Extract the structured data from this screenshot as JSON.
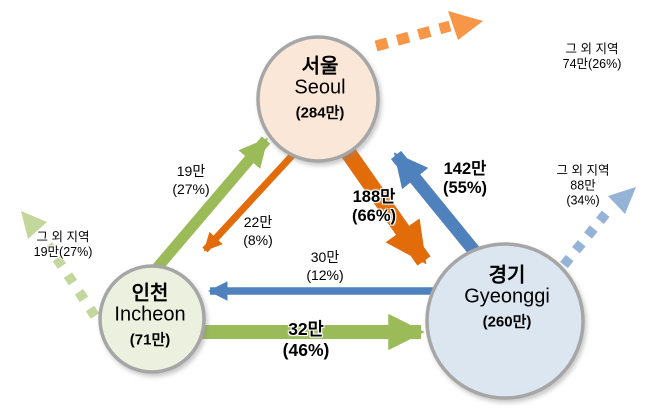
{
  "diagram": {
    "description": "Migration flows between Seoul, Incheon and Gyeonggi",
    "nodes": {
      "seoul": {
        "name_ko": "서울",
        "name_en": "Seoul",
        "population": "(284만)",
        "fill": "#FBE7D8"
      },
      "incheon": {
        "name_ko": "인천",
        "name_en": "Incheon",
        "population": "(71만)",
        "fill": "#EBF1DE"
      },
      "gyeonggi": {
        "name_ko": "경기",
        "name_en": "Gyeonggi",
        "population": "(260만)",
        "fill": "#DCE6F1"
      }
    },
    "flows": {
      "incheon_to_seoul": {
        "value": "19만",
        "percent": "(27%)",
        "color": "#9BBB59"
      },
      "seoul_to_incheon": {
        "value": "22만",
        "percent": "(8%)",
        "color": "#E26C09"
      },
      "seoul_to_gyeonggi": {
        "value": "188만",
        "percent": "(66%)",
        "color": "#E26C09"
      },
      "gyeonggi_to_seoul": {
        "value": "142만",
        "percent": "(55%)",
        "color": "#4F81BD"
      },
      "gyeonggi_to_incheon": {
        "value": "30만",
        "percent": "(12%)",
        "color": "#4F81BD"
      },
      "incheon_to_gyeonggi": {
        "value": "32만",
        "percent": "(46%)",
        "color": "#9BBB59"
      }
    },
    "external_flows": {
      "from_seoul": {
        "label": "그 외 지역",
        "line2": "74만(26%)",
        "color": "#F79646"
      },
      "from_gyeonggi": {
        "label": "그 외 지역",
        "line2": "88만",
        "line3": "(34%)",
        "color": "#95B3D7"
      },
      "from_incheon": {
        "label": "그 외 지역",
        "line2": "19만(27%)",
        "color": "#C3D69B"
      }
    },
    "colors": {
      "node_border": "#A6A6A6",
      "green": "#9BBB59",
      "orange": "#E26C09",
      "blue": "#4F81BD",
      "light_orange": "#F79646",
      "light_blue": "#95B3D7",
      "light_green": "#C3D69B"
    }
  }
}
